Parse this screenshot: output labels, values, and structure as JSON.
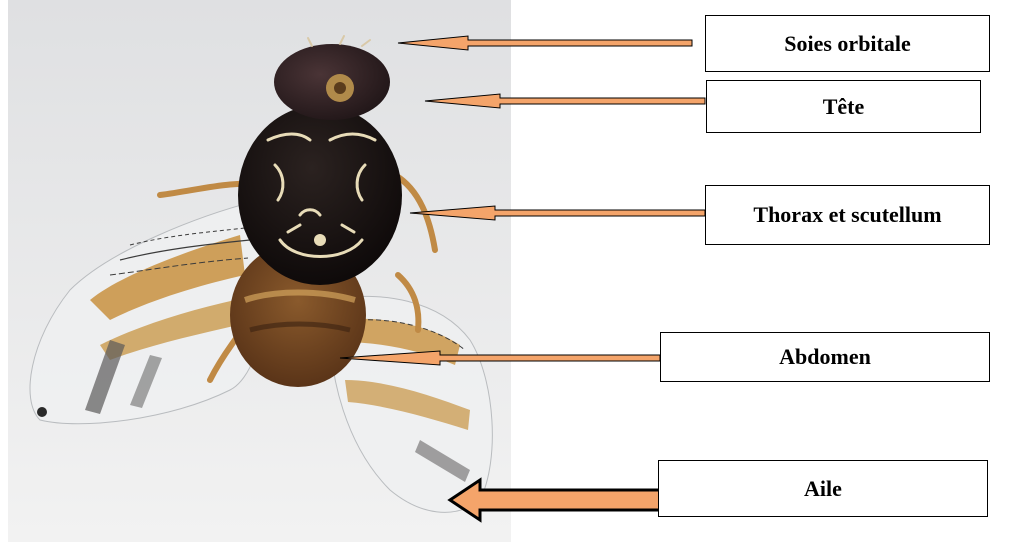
{
  "labels": {
    "soies": "Soies orbitale",
    "tete": "Tête",
    "thorax": "Thorax et scutellum",
    "abdomen": "Abdomen",
    "aile": "Aile"
  },
  "colors": {
    "arrow_fill": "#f4a46a",
    "arrow_outline": "#000000",
    "box_border": "#000000",
    "box_fill": "#ffffff",
    "photo_background": "#e9eaea",
    "insect_dark": "#1a1210",
    "insect_amber": "#b98234"
  },
  "image": {
    "subject": "fruit fly specimen, dorsal view",
    "style": "photograph with callout labels"
  }
}
